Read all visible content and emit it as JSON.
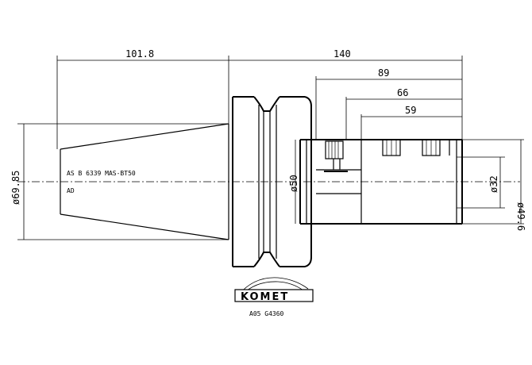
{
  "dimensions": {
    "d_101_8": "101.8",
    "d_140": "140",
    "d_89": "89",
    "d_66": "66",
    "d_59": "59",
    "dia_69_85": "ø69.85",
    "dia_50": "ø50",
    "dia_32": "ø32",
    "dia_49_6": "ø49.6"
  },
  "annotations": {
    "standard": "AS B 6339 MAS-BT50",
    "ad": "AD"
  },
  "logo": {
    "brand": "KOMET",
    "code": "A05 G4360"
  }
}
